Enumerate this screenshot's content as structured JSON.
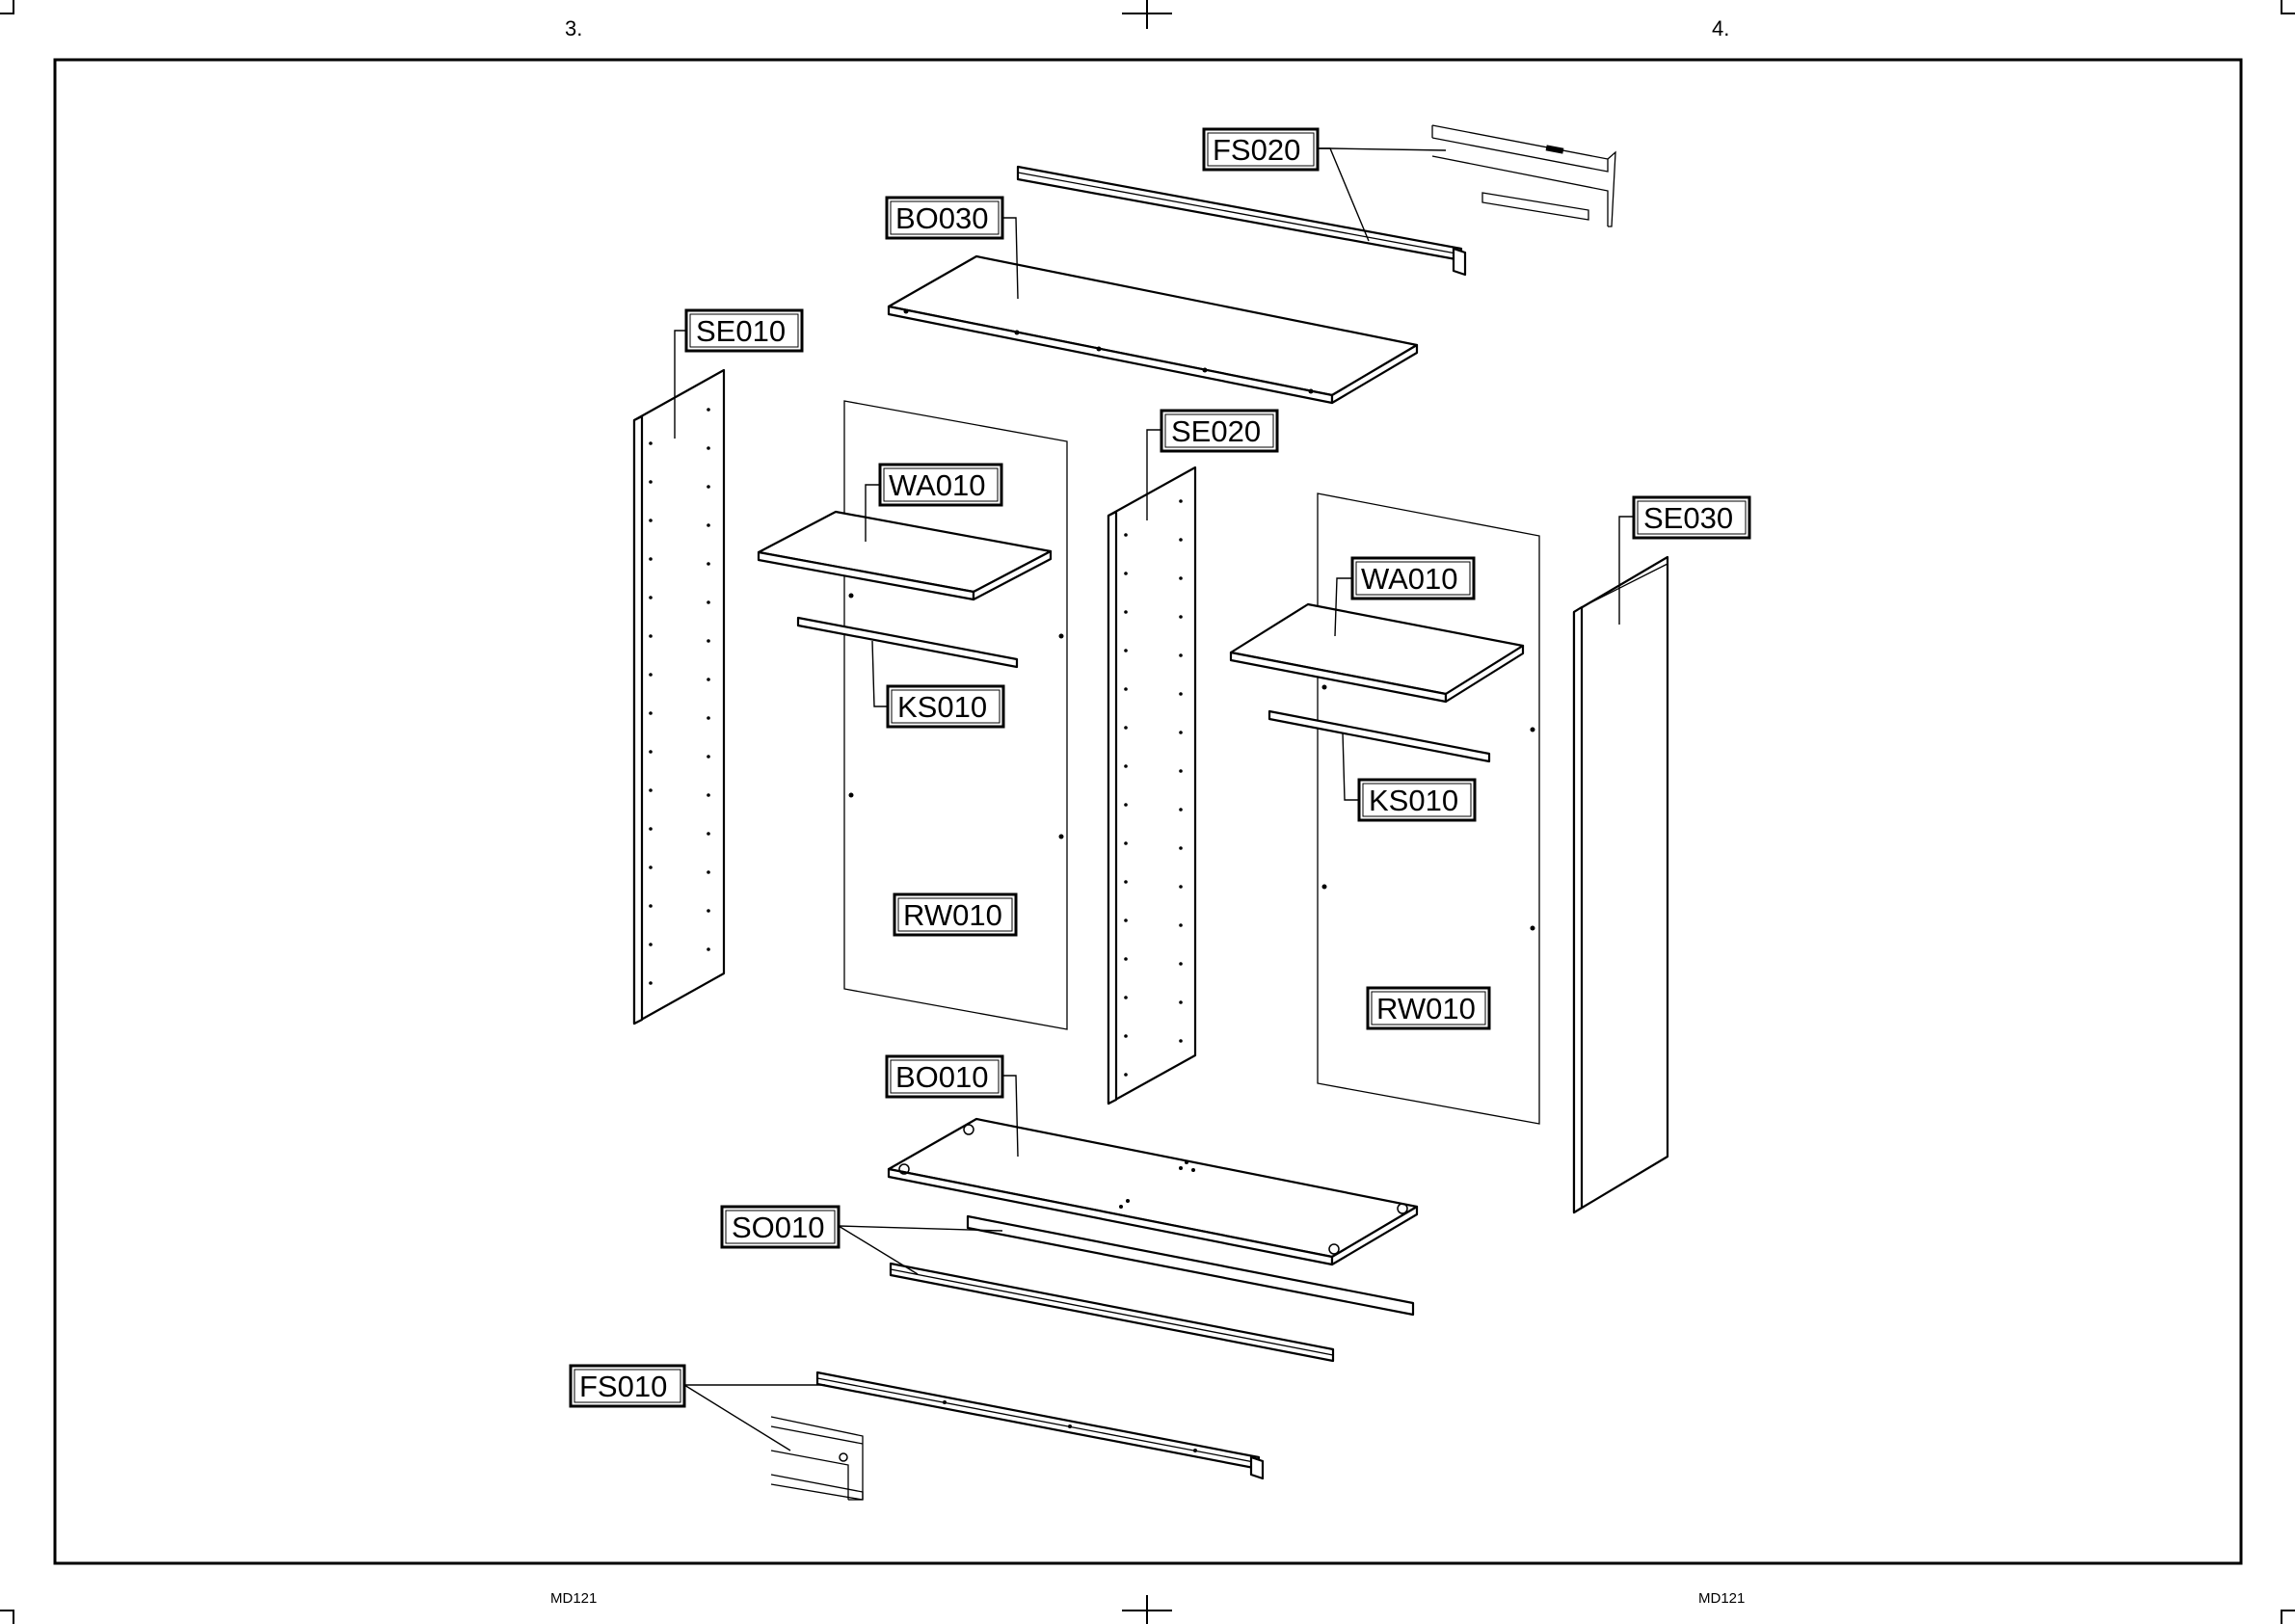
{
  "sheet": {
    "page_numbers": {
      "left": "3.",
      "right": "4."
    },
    "footer": {
      "left": "MD121",
      "right": "MD121"
    }
  },
  "parts": {
    "fs020": "FS020",
    "bo030": "BO030",
    "se010": "SE010",
    "se020": "SE020",
    "wa010_left": "WA010",
    "ks010_left": "KS010",
    "rw010_left": "RW010",
    "se030": "SE030",
    "wa010_right": "WA010",
    "ks010_right": "KS010",
    "rw010_right": "RW010",
    "bo010": "BO010",
    "so010": "SO010",
    "fs010": "FS010"
  }
}
